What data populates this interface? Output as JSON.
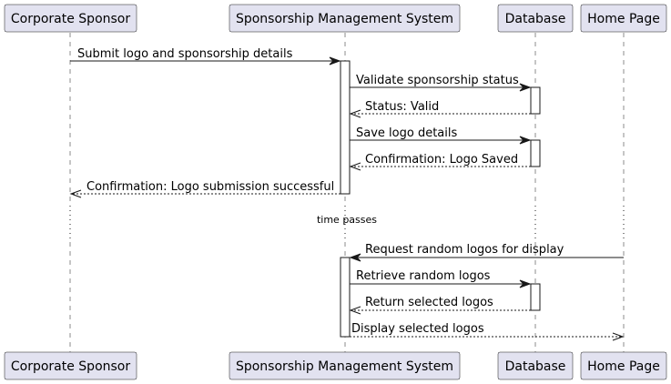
{
  "participants": [
    {
      "id": "sponsor",
      "label": "Corporate Sponsor"
    },
    {
      "id": "sms",
      "label": "Sponsorship Management System"
    },
    {
      "id": "db",
      "label": "Database"
    },
    {
      "id": "home",
      "label": "Home Page"
    }
  ],
  "messages": [
    {
      "from": "sponsor",
      "to": "sms",
      "label": "Submit logo and sponsorship details",
      "style": "solid"
    },
    {
      "from": "sms",
      "to": "db",
      "label": "Validate sponsorship status",
      "style": "solid"
    },
    {
      "from": "db",
      "to": "sms",
      "label": "Status: Valid",
      "style": "dashed"
    },
    {
      "from": "sms",
      "to": "db",
      "label": "Save logo details",
      "style": "solid"
    },
    {
      "from": "db",
      "to": "sms",
      "label": "Confirmation: Logo Saved",
      "style": "dashed"
    },
    {
      "from": "sms",
      "to": "sponsor",
      "label": "Confirmation: Logo submission successful",
      "style": "dashed"
    },
    {
      "from": "home",
      "to": "sms",
      "label": "Request random logos for display",
      "style": "solid"
    },
    {
      "from": "sms",
      "to": "db",
      "label": "Retrieve random logos",
      "style": "solid"
    },
    {
      "from": "db",
      "to": "sms",
      "label": "Return selected logos",
      "style": "dashed"
    },
    {
      "from": "sms",
      "to": "home",
      "label": "Display selected logos",
      "style": "dashed"
    }
  ],
  "delay": {
    "label": "time passes"
  },
  "colors": {
    "participant_fill": "#E2E2F0",
    "line": "#181818",
    "activation_fill": "#FFFFFF"
  }
}
